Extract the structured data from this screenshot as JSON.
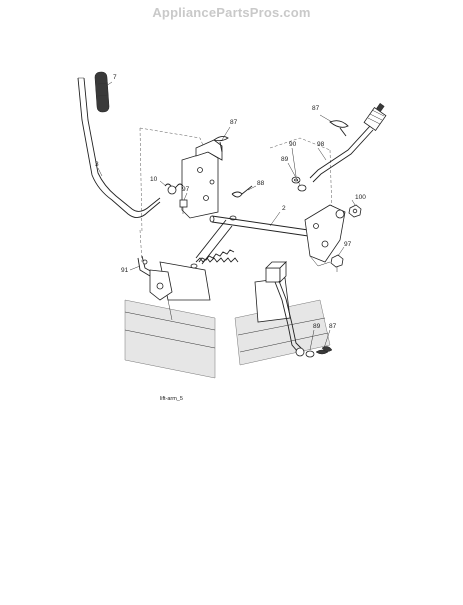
{
  "watermark": "AppliancePartsPros.com",
  "figure_code": "lift-arm_5",
  "callouts": {
    "c7": "7",
    "c3": "3",
    "c87a": "87",
    "c87b": "87",
    "c87c": "87",
    "c10": "10",
    "c97a": "97",
    "c97b": "97",
    "c88": "88",
    "c2": "2",
    "c90": "90",
    "c89a": "89",
    "c89b": "89",
    "c98": "98",
    "c100": "100",
    "c91": "91"
  }
}
